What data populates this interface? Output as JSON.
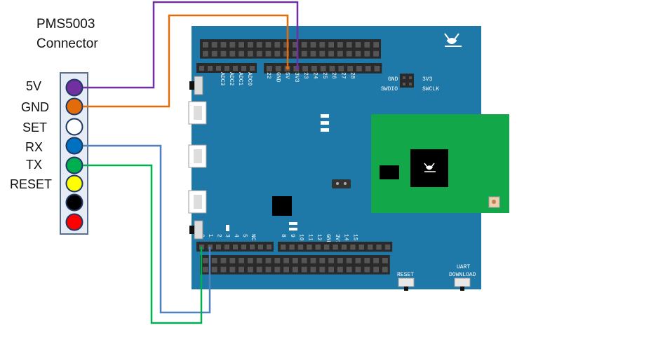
{
  "connector": {
    "title_line1": "PMS5003",
    "title_line2": "Connector",
    "pins": [
      {
        "label": "5V",
        "color": "#7030a0"
      },
      {
        "label": "GND",
        "color": "#e36c0a"
      },
      {
        "label": "SET",
        "color": "#ffffff"
      },
      {
        "label": "RX",
        "color": "#0070c0"
      },
      {
        "label": "TX",
        "color": "#00b050"
      },
      {
        "label": "RESET",
        "color": "#ffff00"
      },
      {
        "label": "",
        "color": "#000000"
      },
      {
        "label": "",
        "color": "#ff0000"
      }
    ]
  },
  "board": {
    "color": "#1f79a8",
    "module_color": "#12a84a",
    "top_header_labels": [
      "22",
      "GND",
      "5V",
      "3V3",
      "23",
      "24",
      "25",
      "26",
      "27",
      "28"
    ],
    "adc_labels": [
      "ADC3",
      "ADC2",
      "ADC1",
      "ADC0"
    ],
    "bottom_header_labels_a": [
      "0",
      "1",
      "2",
      "3",
      "4",
      "5",
      "NC"
    ],
    "bottom_header_labels_b": [
      "8",
      "9",
      "10",
      "11",
      "12",
      "GND",
      "3V3",
      "14",
      "15"
    ],
    "swd_labels": {
      "left_top": "GND",
      "left_bottom": "SWDIO",
      "right_top": "3V3",
      "right_bottom": "SWCLK"
    },
    "reset_label": "RESET",
    "uart_label_line1": "UART",
    "uart_label_line2": "DOWNLOAD"
  },
  "wires": {
    "vcc_color": "#7030a0",
    "gnd_color": "#e36c0a",
    "rx_color": "#4f81bd",
    "tx_color": "#00b050"
  }
}
